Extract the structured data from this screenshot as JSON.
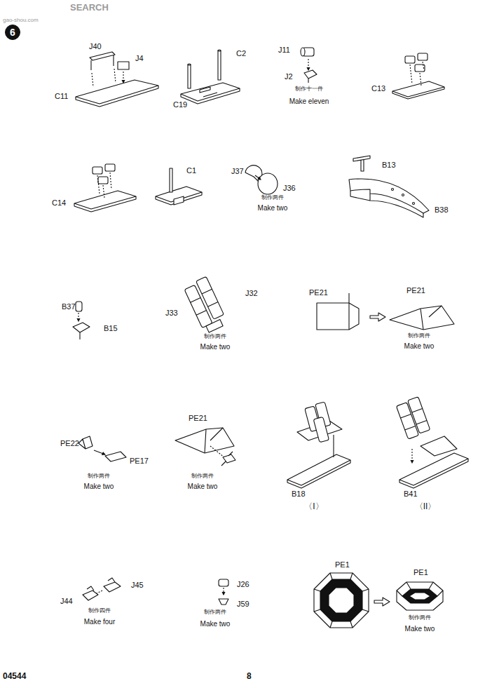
{
  "diagram": {
    "nodes": [
      {
        "text": [
          "6"
        ]
      }
    ],
    "labels": [
      "SEARCH",
      "gao-shou.com",
      "J40",
      "J4",
      "C11",
      "C19",
      "C2",
      "J11",
      "J2",
      "制作十一件",
      "Make eleven",
      "C13",
      "C14",
      "C1",
      "J37",
      "J36",
      "制作两件",
      "Make two",
      "B13",
      "B38",
      "B37",
      "B15",
      "J32",
      "J33",
      "制作两件",
      "Make two",
      "PE21",
      "PE21",
      "制作两件",
      "Make two",
      "PE22",
      "PE17",
      "制作两件",
      "Make two",
      "PE21",
      "制作两件",
      "Make two",
      "B18",
      "〈I〉",
      "B41",
      "〈II〉",
      "J45",
      "J44",
      "制作四件",
      "Make four",
      "J26",
      "J59",
      "制作两件",
      "Make two",
      "PE1",
      "PE1",
      "制作两件",
      "Make two",
      "04544",
      "8"
    ]
  }
}
